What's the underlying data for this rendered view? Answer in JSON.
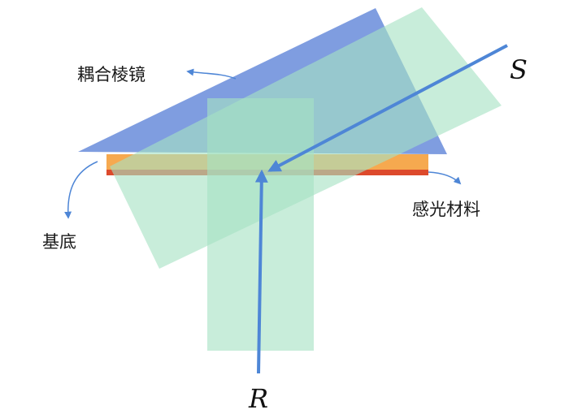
{
  "labels": {
    "prism": "耦合棱镜",
    "substrate": "基底",
    "material": "感光材料",
    "signal_beam": "S",
    "reference_beam": "R"
  },
  "colors": {
    "prism": "#6d8fdc",
    "beam": "#a6e2c4",
    "material": "#f6a94f",
    "substrate": "#dd4a2c",
    "ray": "#4e86d6",
    "leader": "#4e86d6",
    "text": "#1a1a1a"
  }
}
